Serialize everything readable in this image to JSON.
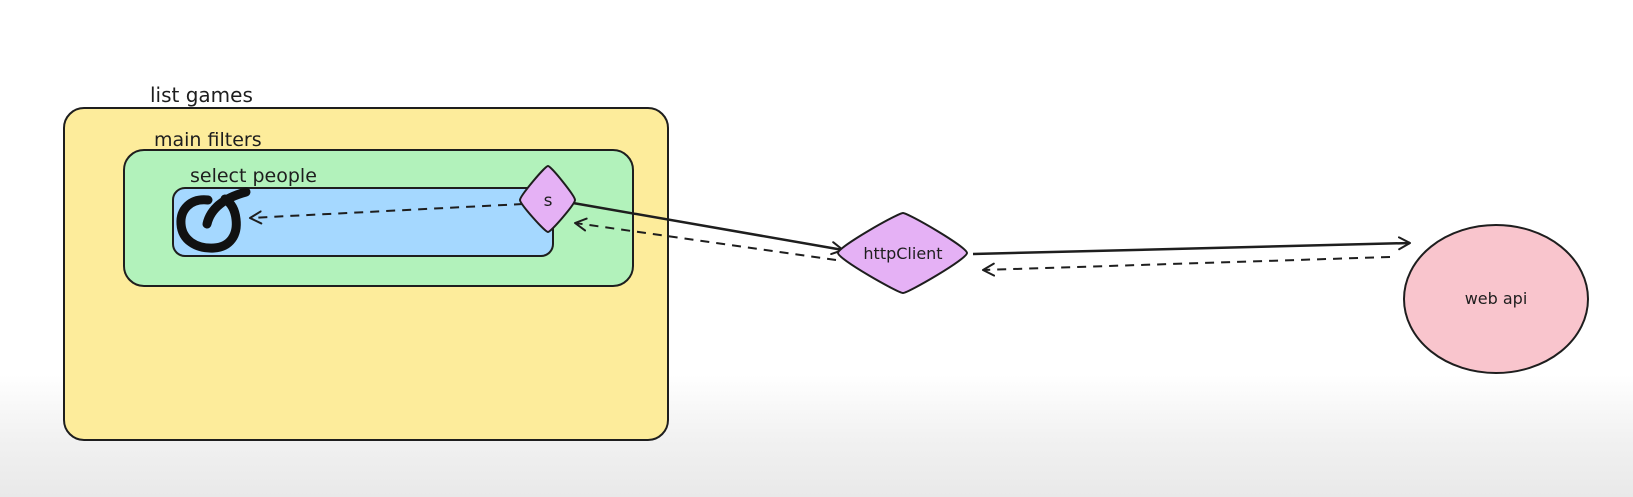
{
  "diagram": {
    "containers": {
      "list_games": {
        "label": "list games",
        "fill": "#fdec9b"
      },
      "main_filters": {
        "label": "main filters",
        "fill": "#b2f2bb"
      },
      "select_people": {
        "label": "select people",
        "fill": "#a5d8ff"
      }
    },
    "nodes": {
      "s": {
        "label": "s",
        "fill": "#e5b1f5"
      },
      "http_client": {
        "label": "httpClient",
        "fill": "#e5b1f5"
      },
      "web_api": {
        "label": "web api",
        "fill": "#f9c5cd"
      }
    },
    "stroke_color": "#1e1e1e",
    "marks": {
      "refresh": {
        "icon": "refresh-scribble-icon"
      }
    }
  }
}
